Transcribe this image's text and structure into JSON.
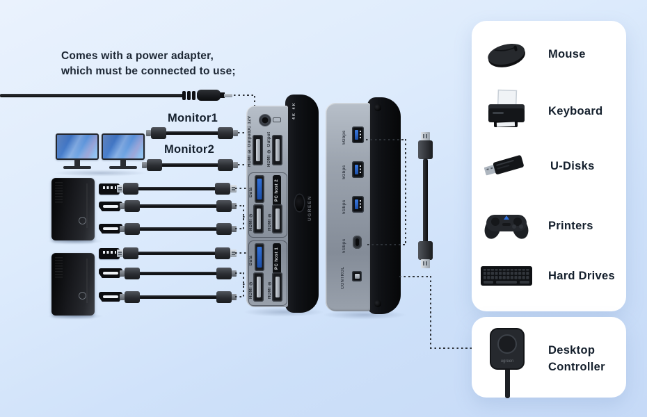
{
  "annotation": {
    "line1": "Comes with a power adapter,",
    "line2": "which must be connected to use;"
  },
  "monitor_labels": {
    "monitor1": "Monitor1",
    "monitor2": "Monitor2"
  },
  "kvm_rear": {
    "top_badge": "4K 4K",
    "dc_label": "DC 12V",
    "hdmi_outputs": [
      {
        "label": "HDMI ① Output"
      },
      {
        "label": "HDMI ② Output"
      }
    ],
    "host_sections": [
      {
        "data_label": "Data",
        "badge": "PC host 2",
        "hdmi1_label": "HDMI ①",
        "hdmi2_label": "HDMI ②"
      },
      {
        "data_label": "Data",
        "badge": "PC host 1",
        "hdmi1_label": "HDMI ①",
        "hdmi2_label": "HDMI ②"
      }
    ],
    "brand": "UGREEN"
  },
  "kvm_front": {
    "usb_port_labels": [
      "5Gbps",
      "5Gbps",
      "5Gbps"
    ],
    "usbc_label": "5Gbps",
    "control_label": "CONTROL"
  },
  "peripheral_panel": {
    "items": [
      {
        "label": "Mouse"
      },
      {
        "label": "Keyboard"
      },
      {
        "label": "U-Disks"
      },
      {
        "label": "Printers"
      },
      {
        "label": "Hard Drives"
      }
    ]
  },
  "controller_panel": {
    "line1": "Desktop",
    "line2": "Controller",
    "brand": "ugreen"
  },
  "colors": {
    "background_top": "#eaf2fd",
    "background_bottom": "#c6daf7",
    "card": "#ffffff",
    "usb_blue": "#2f6fd8",
    "text": "#141f2c"
  }
}
